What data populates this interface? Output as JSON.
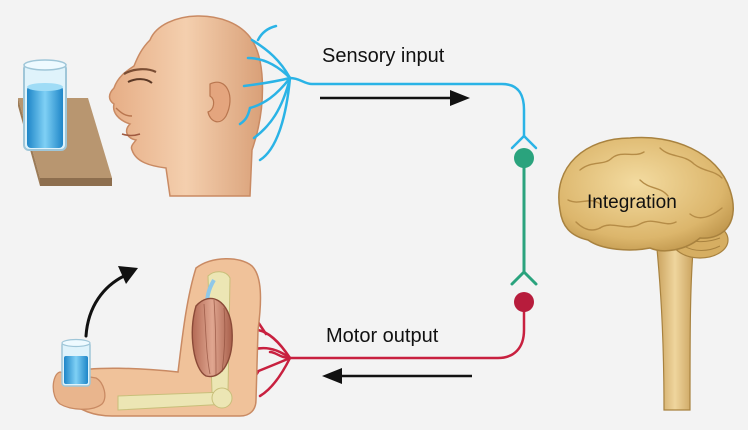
{
  "labels": {
    "sensory": "Sensory input",
    "motor": "Motor output",
    "integration": "Integration"
  },
  "colors": {
    "background": "#f3f3f3",
    "sensory_nerve": "#2ab3e6",
    "interneuron": "#2aa37d",
    "motor_nerve": "#c8203f",
    "arrow": "#111111",
    "skin": "#f0c29a",
    "brain": "#e2c07a",
    "bone": "#ece6b4",
    "muscle": "#c98a74",
    "table_wood": "#b89670",
    "water": "#3fa8df"
  },
  "icons": {
    "water_glass": "water-glass-icon",
    "head": "human-head-icon",
    "brain": "brain-icon",
    "arm": "arm-muscle-icon",
    "curved_arrow": "curved-arrow-icon"
  }
}
